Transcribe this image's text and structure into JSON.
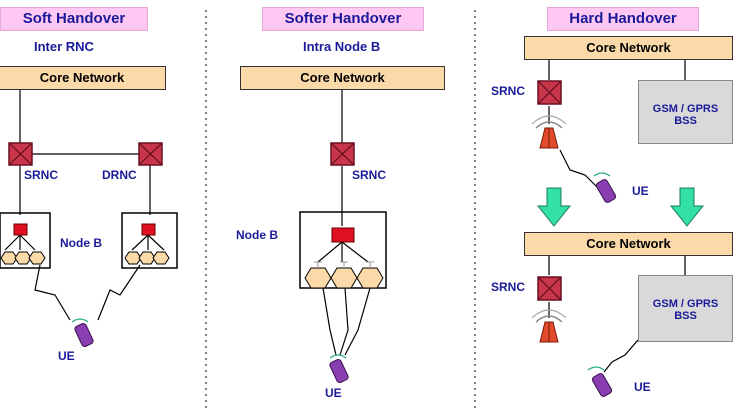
{
  "soft": {
    "title": "Soft Handover",
    "subtitle": "Inter RNC",
    "core_network": "Core Network",
    "srnc": "SRNC",
    "drnc": "DRNC",
    "node_b": "Node B",
    "ue": "UE"
  },
  "softer": {
    "title": "Softer Handover",
    "subtitle": "Intra Node B",
    "core_network": "Core Network",
    "srnc": "SRNC",
    "node_b": "Node B",
    "ue": "UE"
  },
  "hard": {
    "title": "Hard Handover",
    "top": {
      "core_network": "Core Network",
      "srnc": "SRNC",
      "gsm_line1": "GSM / GPRS",
      "gsm_line2": "BSS",
      "ue": "UE"
    },
    "bottom": {
      "core_network": "Core Network",
      "srnc": "SRNC",
      "gsm_line1": "GSM / GPRS",
      "gsm_line2": "BSS",
      "ue": "UE"
    }
  },
  "colors": {
    "title_bg": "#ffc8f2",
    "label_text": "#1a1a9a",
    "core_network_bg": "#fbd9a8",
    "rnc_red": "#c9354a",
    "arrow_green": "#33e0a6",
    "cell_orange": "#fbd9a8",
    "phone_purple": "#8a3fb0"
  },
  "icons": [
    "rnc-switch-icon",
    "node-b-icon",
    "antenna-tower-icon",
    "mobile-phone-icon",
    "down-arrow-icon"
  ]
}
